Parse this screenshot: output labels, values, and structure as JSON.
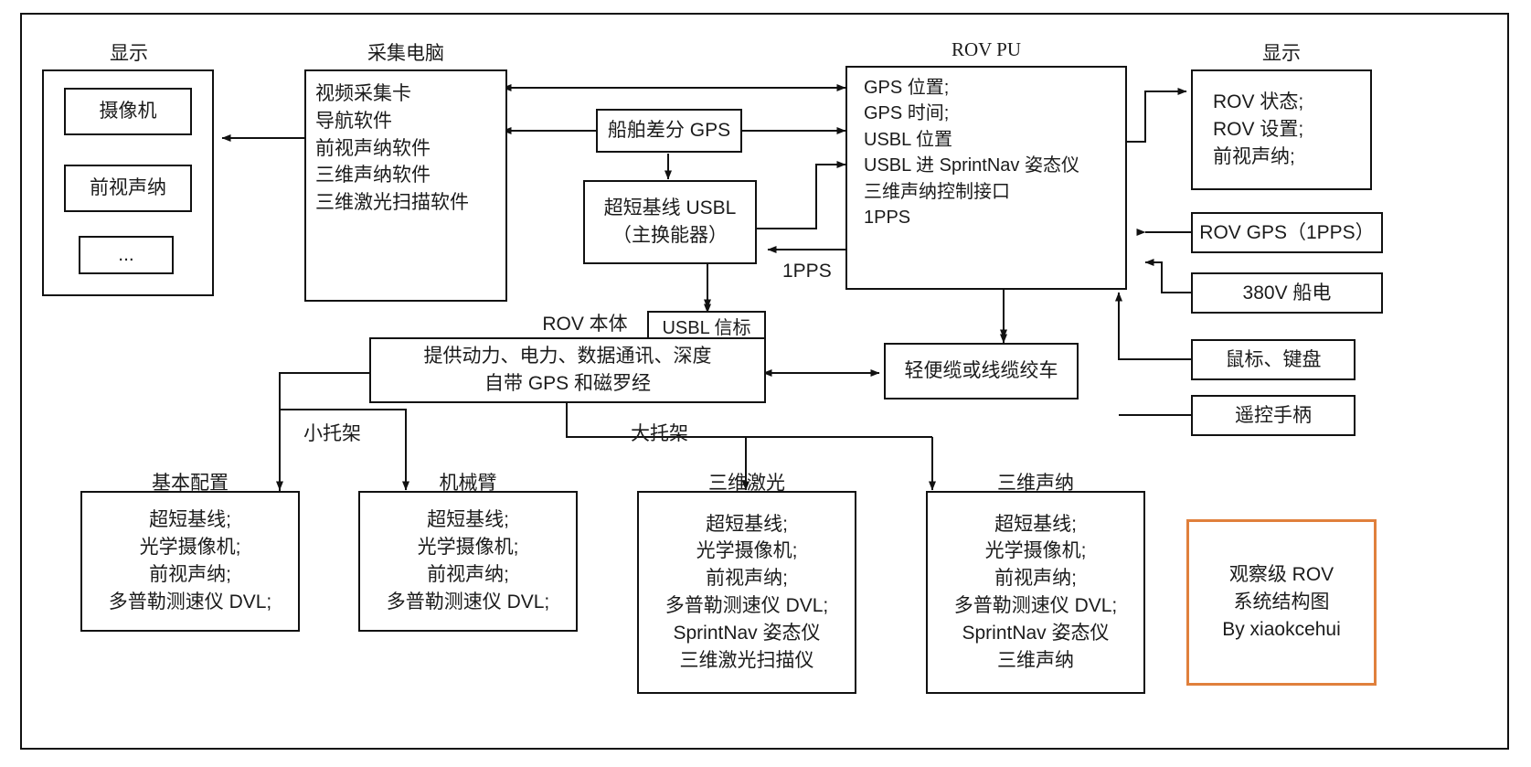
{
  "diagram": {
    "title_box": {
      "lines": [
        "观察级 ROV",
        "系统结构图",
        "By xiaokcehui"
      ],
      "border_color": "#e0803c"
    },
    "display_left": {
      "caption": "显示",
      "items": [
        "摄像机",
        "前视声纳",
        "..."
      ]
    },
    "capture_computer": {
      "caption": "采集电脑",
      "lines": [
        "视频采集卡",
        "导航软件",
        "前视声纳软件",
        "三维声纳软件",
        "三维激光扫描软件"
      ]
    },
    "ship_gps": {
      "label": "船舶差分 GPS"
    },
    "usbl": {
      "lines": [
        "超短基线 USBL",
        "（主换能器）"
      ]
    },
    "usbl_beacon": {
      "label": "USBL 信标"
    },
    "rov_pu": {
      "caption": "ROV  PU",
      "lines": [
        "GPS 位置;",
        "GPS 时间;",
        "USBL 位置",
        "USBL 进 SprintNav 姿态仪",
        "三维声纳控制接口",
        "1PPS"
      ]
    },
    "display_right": {
      "caption": "显示",
      "lines": [
        "ROV 状态;",
        "ROV 设置;",
        "前视声纳;"
      ]
    },
    "rov_gps": {
      "label": "ROV GPS（1PPS）"
    },
    "ship_power": {
      "label": "380V 船电"
    },
    "mouse_keyboard": {
      "label": "鼠标、键盘"
    },
    "remote_handle": {
      "label": "遥控手柄"
    },
    "rov_body": {
      "caption": "ROV 本体",
      "lines": [
        "提供动力、电力、数据通讯、深度",
        "自带 GPS 和磁罗经"
      ]
    },
    "winch": {
      "label": "轻便缆或线缆绞车"
    },
    "edge_labels": {
      "pps_mid": "1PPS",
      "small_rack": "小托架",
      "big_rack": "大托架"
    },
    "configs": [
      {
        "caption": "基本配置",
        "lines": [
          "超短基线;",
          "光学摄像机;",
          "前视声纳;",
          "多普勒测速仪 DVL;"
        ]
      },
      {
        "caption": "机械臂",
        "lines": [
          "超短基线;",
          "光学摄像机;",
          "前视声纳;",
          "多普勒测速仪 DVL;"
        ]
      },
      {
        "caption": "三维激光",
        "lines": [
          "超短基线;",
          "光学摄像机;",
          "前视声纳;",
          "多普勒测速仪 DVL;",
          "SprintNav 姿态仪",
          "三维激光扫描仪"
        ]
      },
      {
        "caption": "三维声纳",
        "lines": [
          "超短基线;",
          "光学摄像机;",
          "前视声纳;",
          "多普勒测速仪 DVL;",
          "SprintNav 姿态仪",
          "三维声纳"
        ]
      }
    ]
  }
}
